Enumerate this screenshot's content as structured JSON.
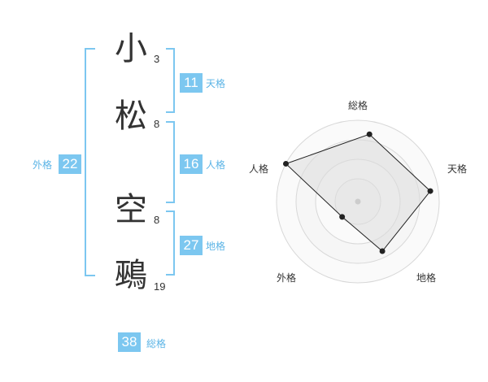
{
  "name": {
    "chars": [
      {
        "char": "小",
        "strokes": "3"
      },
      {
        "char": "松",
        "strokes": "8"
      },
      {
        "char": "空",
        "strokes": "8"
      },
      {
        "char": "鵐",
        "strokes": "19"
      }
    ]
  },
  "kaku": {
    "tenkaku": {
      "value": "11",
      "label": "天格"
    },
    "jinkaku": {
      "value": "16",
      "label": "人格"
    },
    "chikaku": {
      "value": "27",
      "label": "地格"
    },
    "gaikaku": {
      "value": "22",
      "label": "外格"
    },
    "soukaku": {
      "value": "38",
      "label": "総格"
    }
  },
  "colors": {
    "accent": "#7cc7f0",
    "accent_text": "#5bb4e6",
    "radar_fill": "#f0f0f0",
    "radar_line": "#222222",
    "grid": "#d8d8d8"
  },
  "chart_data": {
    "type": "radar",
    "axes": [
      "総格",
      "天格",
      "地格",
      "外格",
      "人格"
    ],
    "values": [
      0.84,
      0.9,
      0.68,
      0.27,
      1.0
    ],
    "range": [
      0,
      1
    ],
    "rings": 4
  }
}
